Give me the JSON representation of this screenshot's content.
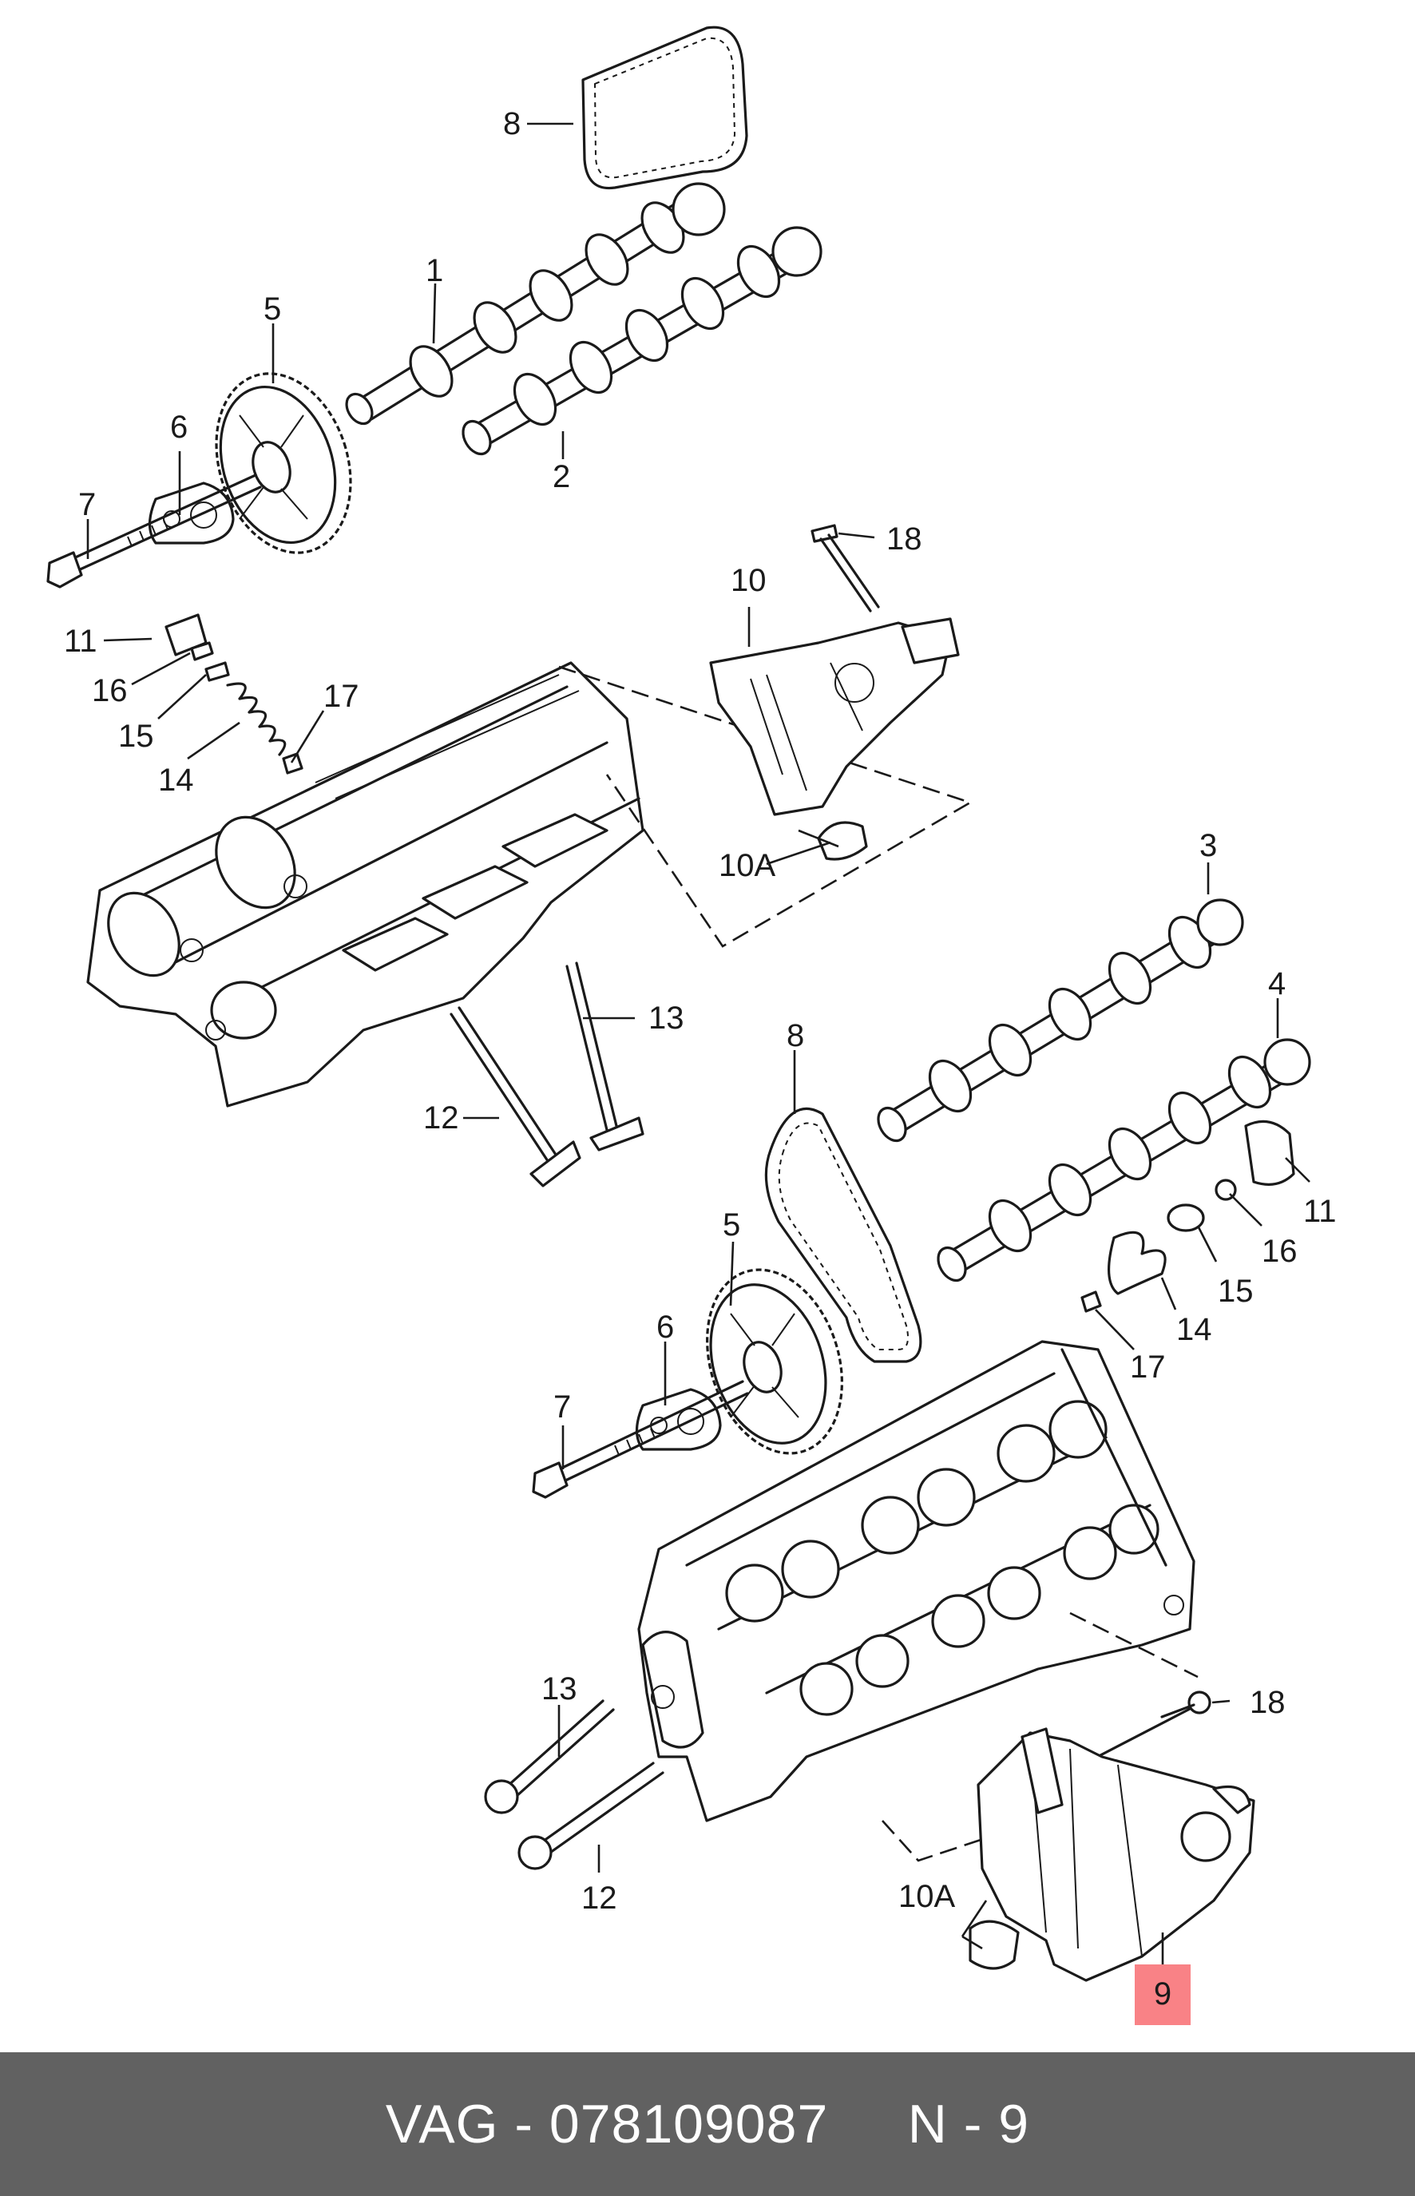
{
  "callouts": {
    "c8a": "8",
    "c1": "1",
    "c5a": "5",
    "c2": "2",
    "c6a": "6",
    "c7a": "7",
    "c18a": "18",
    "c10": "10",
    "c11a": "11",
    "c16a": "16",
    "c17a": "17",
    "c15a": "15",
    "c14a": "14",
    "c10Aa": "10A",
    "c13a": "13",
    "c12a": "12",
    "c3": "3",
    "c4": "4",
    "c8b": "8",
    "c11b": "11",
    "c5b": "5",
    "c16b": "16",
    "c15b": "15",
    "c6b": "6",
    "c14b": "14",
    "c17b": "17",
    "c7b": "7",
    "c18b": "18",
    "c13b": "13",
    "c10Ab": "10A",
    "c12b": "12",
    "c9": "9"
  },
  "highlight_callout": "9",
  "highlight_color": "#f98286",
  "footer": {
    "text": "VAG - 078109087     N - 9",
    "background": "#616161",
    "color": "#ffffff"
  }
}
